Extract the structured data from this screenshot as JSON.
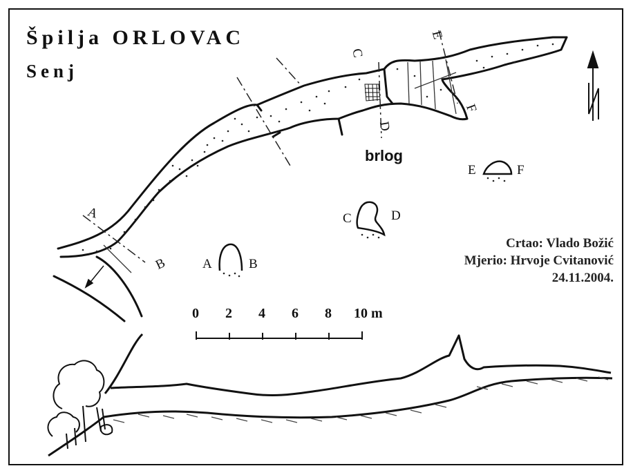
{
  "title": "Špilja ORLOVAC",
  "location": "Senj",
  "feature_label": "brlog",
  "credits": {
    "drawn_by": "Crtao: Vlado Božić",
    "measured_by": "Mjerio: Hrvoje Cvitanović",
    "date": "24.11.2004."
  },
  "scale": {
    "ticks": [
      "0",
      "2",
      "4",
      "6",
      "8",
      "10 m"
    ]
  },
  "sections": [
    {
      "left": "A",
      "right": "B"
    },
    {
      "left": "C",
      "right": "D"
    },
    {
      "left": "E",
      "right": "F"
    }
  ],
  "plan_markers": [
    "A",
    "B",
    "C",
    "D",
    "E",
    "F"
  ]
}
